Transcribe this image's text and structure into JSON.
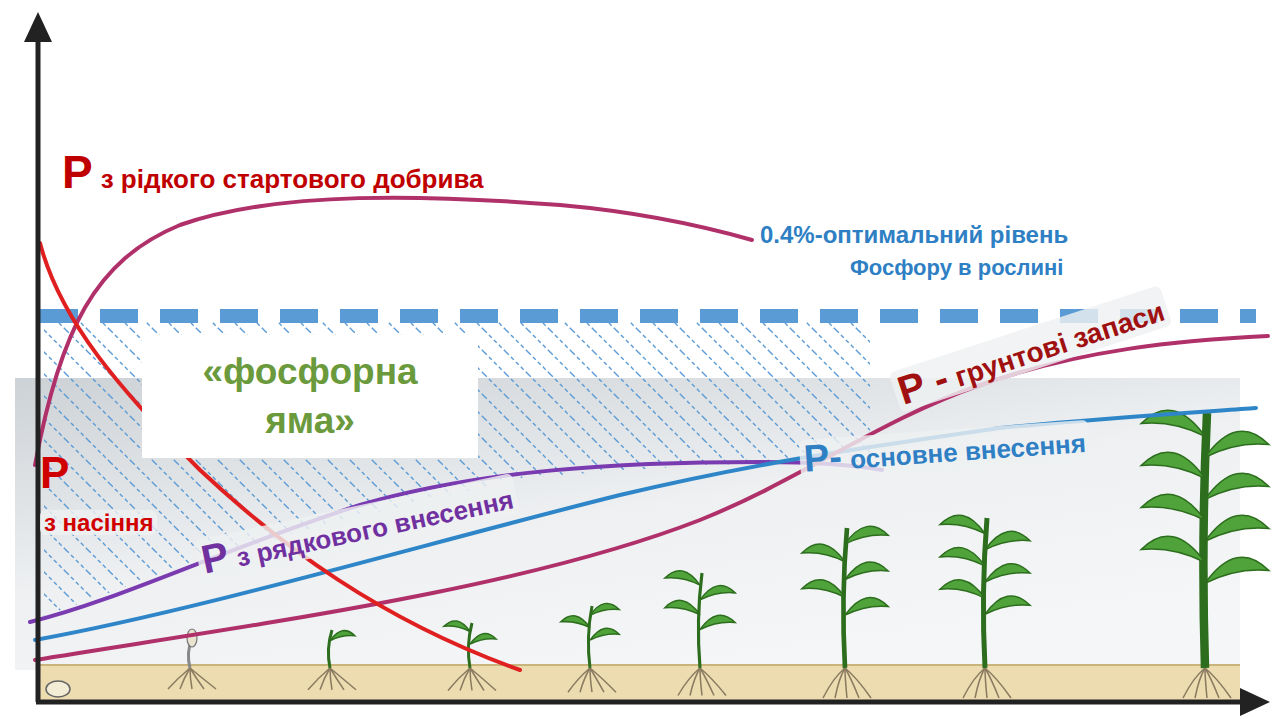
{
  "diagram": {
    "nodes": [
      {
        "text": [
          "«фосфорна яма»"
        ]
      }
    ],
    "labels": [
      "P",
      "з рідкого стартового добрива",
      "0.4%-оптимальний рівень",
      "Фосфору в рослині",
      "P",
      "з насіння",
      "P",
      "з рядкового внесення",
      "P -",
      "грунтові запаси",
      "P-",
      "основне внесення"
    ]
  }
}
